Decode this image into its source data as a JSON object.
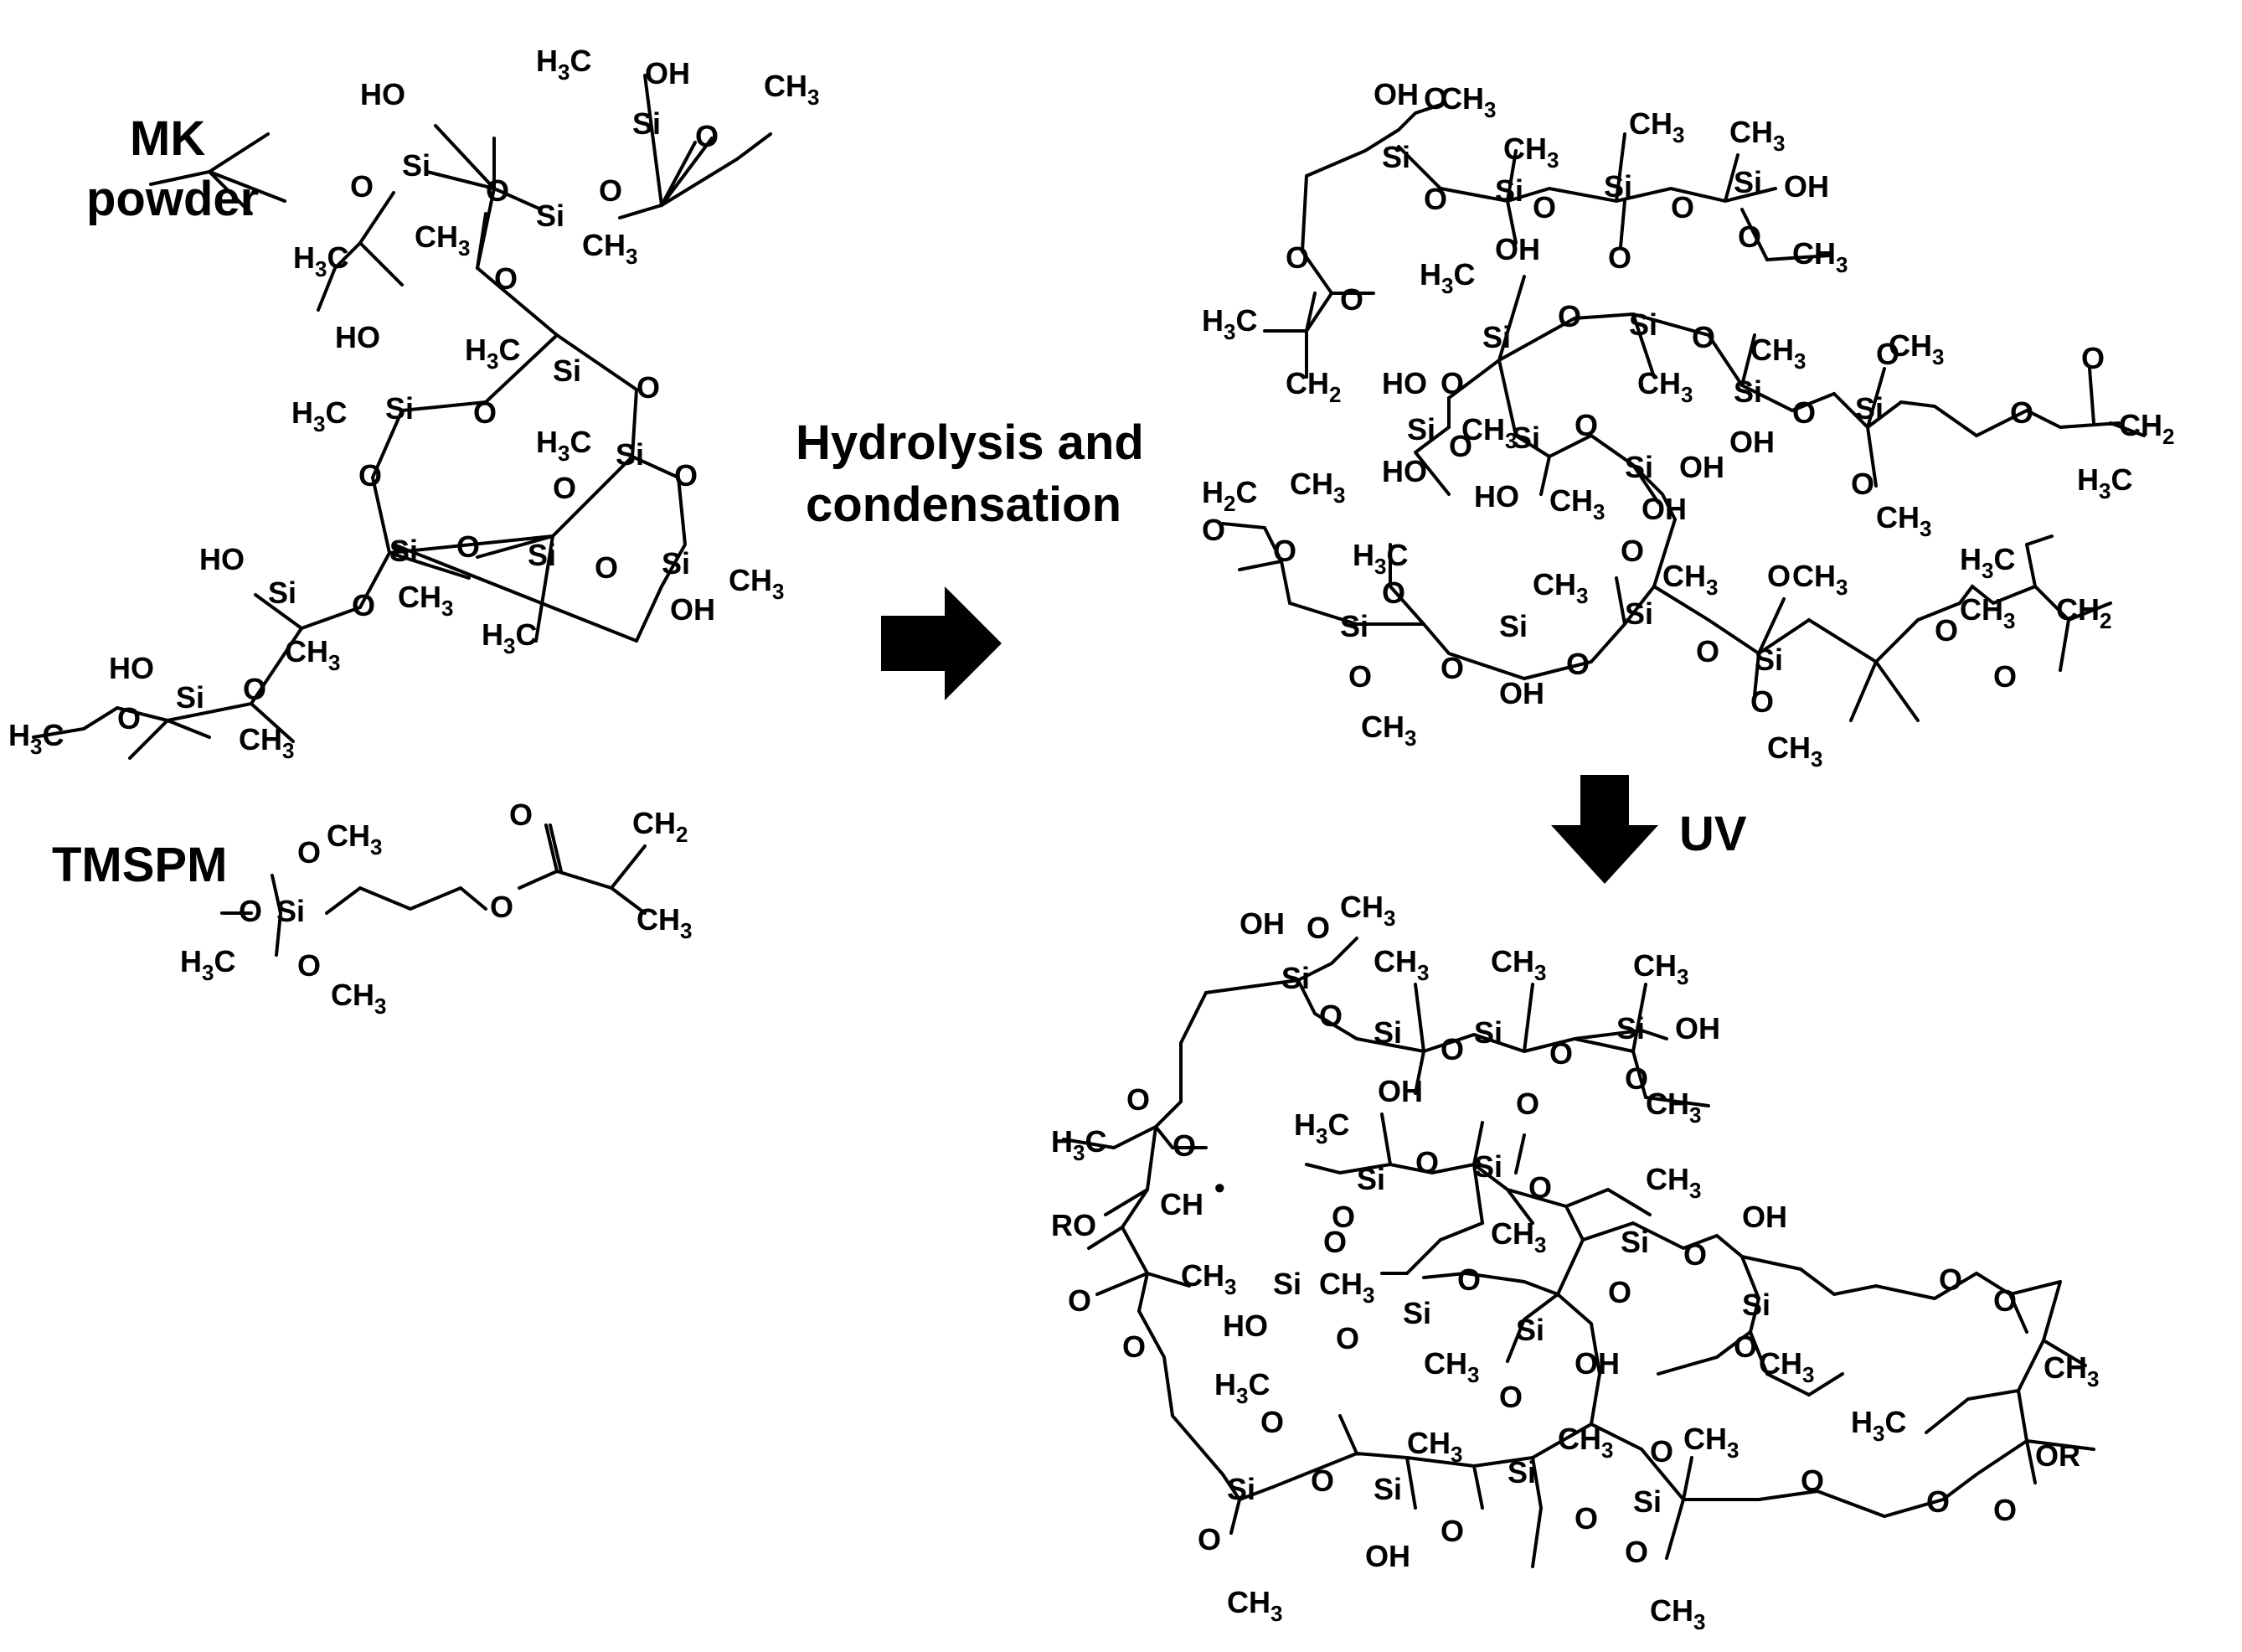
{
  "labels": {
    "mk_line1": "MK",
    "mk_line2": "powder",
    "tmspm": "TMSPM",
    "step1_line1": "Hydrolysis and",
    "step1_line2": "condensation",
    "step2": "UV"
  },
  "atom_labels": {
    "si": "Si",
    "o": "O",
    "oh": "OH",
    "ho": "HO",
    "h": "H",
    "c": "C",
    "ch": "CH",
    "ch3_base": "CH",
    "h3c_base": "H",
    "ch2_base": "CH",
    "ro": "RO",
    "or": "OR",
    "sub2": "2",
    "sub3": "3",
    "radical_dot": "•"
  },
  "colors": {
    "ink": "#000000",
    "background": "#ffffff"
  }
}
